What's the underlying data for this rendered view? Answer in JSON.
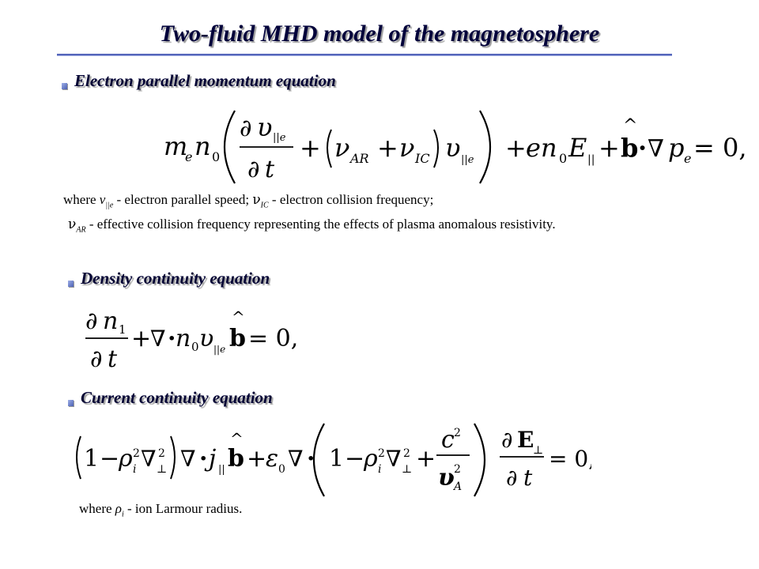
{
  "title": "Two-fluid MHD model of the magnetosphere",
  "sections": [
    {
      "heading": "Electron parallel momentum equation"
    },
    {
      "heading": "Density continuity equation"
    },
    {
      "heading": "Current continuity equation"
    }
  ],
  "notes": {
    "momentum_line1": {
      "where": "where",
      "v_symbol": "v",
      "v_sub": "||e",
      "v_desc": "-  electron parallel speed;",
      "nu_symbol": "ν",
      "nu_ic_sub": "IC",
      "ic_desc": "-  electron collision frequency;"
    },
    "momentum_line2": {
      "nu_symbol": "ν",
      "nu_ar_sub": "AR",
      "ar_desc": "- effective collision frequency representing the effects of plasma anomalous resistivity."
    },
    "current_line": {
      "where": "where",
      "rho_symbol": "ρ",
      "rho_sub": "i",
      "rho_desc": "- ion Larmour radius."
    }
  },
  "equations": {
    "momentum": {
      "m": "m",
      "e": "e",
      "n": "n",
      "zero": "0",
      "partial": "∂",
      "v": "υ",
      "par_e": "||e",
      "t": "t",
      "plus": "+",
      "nu": "ν",
      "AR": "AR",
      "IC": "IC",
      "en": "en",
      "E": "E",
      "par": "||",
      "b": "b",
      "hat": "^",
      "dot": "·",
      "grad": "∇",
      "p": "p",
      "equals": "= 0,"
    },
    "density": {
      "partial": "∂",
      "n": "n",
      "one": "1",
      "t": "t",
      "plus": "+",
      "grad": "∇",
      "dot": "·",
      "zero": "0",
      "v": "υ",
      "par_e": "||e",
      "b": "b",
      "hat": "^",
      "equals": "= 0,"
    },
    "current": {
      "one": "1",
      "minus": "−",
      "rho": "ρ",
      "i": "i",
      "sq": "2",
      "grad": "∇",
      "perp": "⊥",
      "dot": "·",
      "j": "j",
      "par": "||",
      "b": "b",
      "hat": "^",
      "plus": "+",
      "eps": "ε",
      "zero": "0",
      "c": "c",
      "v": "υ",
      "A": "A",
      "partial": "∂",
      "E": "E",
      "t": "t",
      "equals": "= 0,"
    }
  }
}
